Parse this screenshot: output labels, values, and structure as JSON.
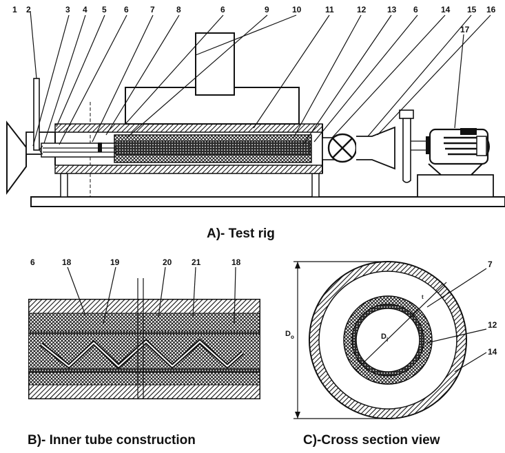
{
  "part_numbers": [
    "1",
    "2",
    "3",
    "4",
    "5",
    "6",
    "7",
    "8",
    "6",
    "9",
    "10",
    "11",
    "12",
    "13",
    "6",
    "14",
    "15",
    "16",
    "17"
  ],
  "captions": {
    "a": "A)- Test  rig",
    "b": "B)- Inner tube construction",
    "c": "C)-Cross section view"
  },
  "detail_b_labels": [
    "6",
    "18",
    "19",
    "20",
    "21",
    "18"
  ],
  "detail_c_labels": [
    "7",
    "12",
    "14"
  ],
  "dimensions": {
    "outer": "D",
    "outer_sub": "o",
    "inner": "D",
    "inner_sub": "i",
    "gap": "t"
  }
}
